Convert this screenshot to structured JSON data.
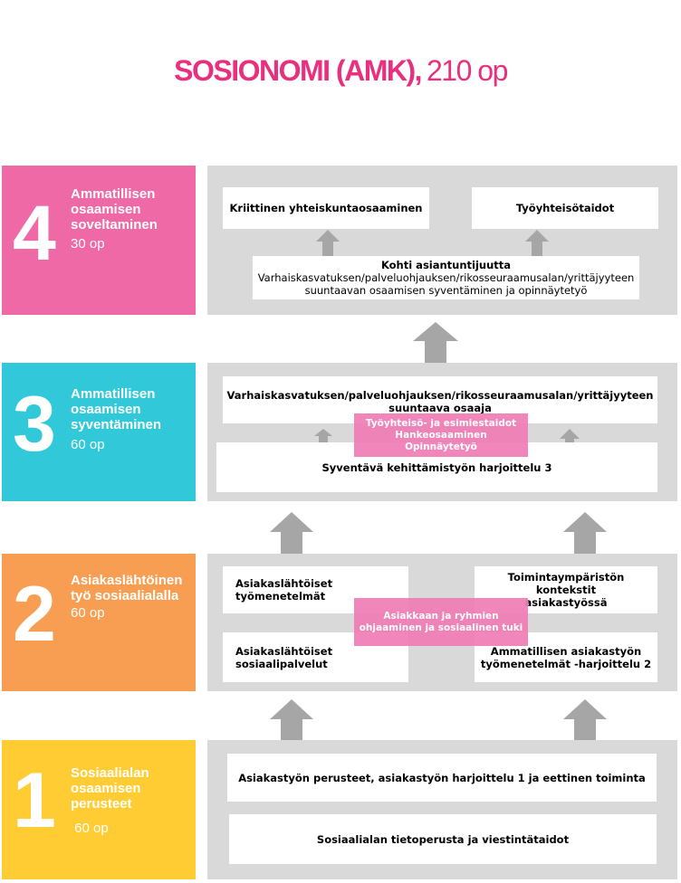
{
  "title": {
    "main": "SOSIONOMI (AMK),",
    "credits": "210 op"
  },
  "colors": {
    "title": "#e8307f",
    "level4": "#ef69a6",
    "level3": "#31c8d9",
    "level2": "#f79e52",
    "level1": "#ffcc33",
    "panel": "#d9d9d9",
    "arrow": "#a6a6a6",
    "pink_overlay": "#f07cb6"
  },
  "levels": [
    {
      "number": "4",
      "name": "Ammatillisen\nosaamisen\nsoveltaminen",
      "credits": "30 op",
      "boxes": [
        "Kriittinen yhteiskuntaosaaminen",
        "Työyhteisötaidot"
      ],
      "bottom_title": "Kohti asiantuntijuutta",
      "bottom_text": "Varhaiskasvatuksen/palveluohjauksen/rikosseuraamusalan/yrittäjyyteen\nsuuntaavan osaamisen syventäminen ja opinnäytetyö"
    },
    {
      "number": "3",
      "name": "Ammatillisen\nosaamisen\nsyventäminen",
      "credits": "60 op",
      "top_box": "Varhaiskasvatuksen/palveluohjauksen/rikosseuraamusalan/yrittäjyyteen\nsuuntaava osaaja",
      "overlay": "Työyhteisö- ja esimiestaidot\nHankeosaaminen\nOpinnäytetyö",
      "bottom_box": "Syventävä kehittämistyön harjoittelu 3"
    },
    {
      "number": "2",
      "name": "Asiakaslähtöinen\ntyö sosiaalialalla",
      "credits": "60 op",
      "top_left": "Asiakaslähtöiset työmenetelmät",
      "top_right": "Toimintaympäristön kontekstit\nasiakastyössä",
      "overlay": "Asiakkaan  ja  ryhmien\nohjaaminen ja sosiaalinen tuki",
      "bottom_left": "Asiakaslähtöiset sosiaalipalvelut",
      "bottom_right": "Ammatillisen asiakastyön\ntyömenetelmät -harjoittelu 2"
    },
    {
      "number": "1",
      "name": "Sosiaalialan\nosaamisen\nperusteet",
      "credits": " 60 op",
      "boxes": [
        "Asiakastyön perusteet, asiakastyön harjoittelu 1 ja eettinen toiminta",
        "Sosiaalialan tietoperusta ja viestintätaidot"
      ]
    }
  ]
}
